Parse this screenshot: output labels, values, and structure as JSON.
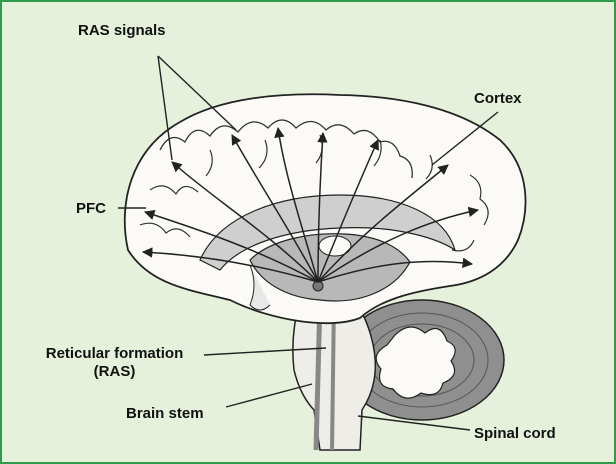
{
  "colors": {
    "border": "#2f9a47",
    "background": "#e6f1dc",
    "cortex_fill": "#fbfaf6",
    "inner_shade": "#b8b8b8",
    "dark_shade": "#8f8f8f",
    "line": "#222222"
  },
  "labels": {
    "ras_signals": "RAS signals",
    "cortex": "Cortex",
    "pfc": "PFC",
    "reticular_line1": "Reticular formation",
    "reticular_line2": "(RAS)",
    "brain_stem": "Brain stem",
    "spinal_cord": "Spinal cord"
  }
}
